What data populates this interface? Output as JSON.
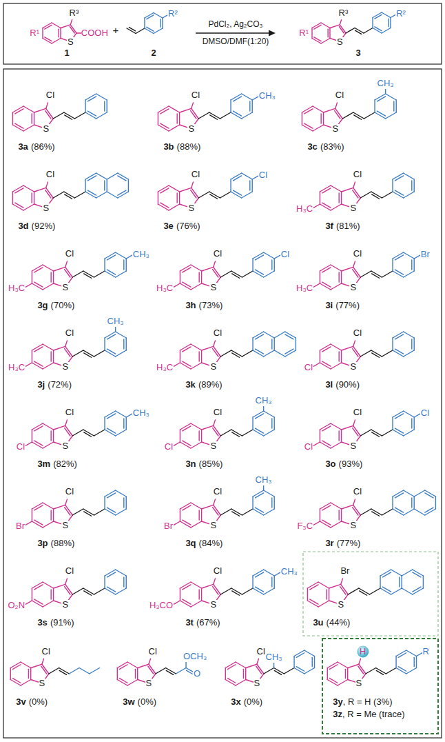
{
  "diagram": {
    "labels": [
      "R³",
      "S",
      "R¹",
      "COOH",
      "1",
      "+",
      "R²",
      "2",
      "PdCl₂, Ag₂CO₃",
      "DMSO/DMF(1:20)",
      "R³",
      "S",
      "R¹",
      "R²",
      "3",
      "Cl",
      "S",
      "3a",
      "(86%)",
      "Cl",
      "S",
      "CH₃",
      "3b",
      "(88%)",
      "Cl",
      "S",
      "CH₃",
      "3c",
      "(83%)",
      "Cl",
      "S",
      "3d",
      "(92%)",
      "Cl",
      "S",
      "Cl",
      "3e",
      "(76%)",
      "Cl",
      "S",
      "H₃C",
      "3f",
      "(81%)",
      "Cl",
      "S",
      "H₃C",
      "CH₃",
      "3g",
      "(70%)",
      "Cl",
      "S",
      "H₃C",
      "Cl",
      "3h",
      "(73%)",
      "Cl",
      "S",
      "H₃C",
      "Br",
      "3i",
      "(77%)",
      "Cl",
      "S",
      "H₃C",
      "CH₃",
      "3j",
      "(72%)",
      "Cl",
      "S",
      "H₃C",
      "3k",
      "(89%)",
      "Cl",
      "S",
      "Cl",
      "3l",
      "(90%)",
      "Cl",
      "S",
      "Cl",
      "CH₃",
      "3m",
      "(82%)",
      "Cl",
      "S",
      "Cl",
      "CH₃",
      "3n",
      "(85%)",
      "Cl",
      "S",
      "Cl",
      "Cl",
      "3o",
      "(93%)",
      "Cl",
      "S",
      "Br",
      "3p",
      "(88%)",
      "Cl",
      "S",
      "Br",
      "CH₃",
      "3q",
      "(84%)",
      "Cl",
      "S",
      "F₃C",
      "3r",
      "(77%)",
      "Cl",
      "S",
      "O₂N",
      "3s",
      "(91%)",
      "Cl",
      "S",
      "H₃CO",
      "CH₃",
      "3t",
      "(67%)",
      "Br",
      "S",
      "3u",
      "(44%)",
      "Cl",
      "S",
      "3v",
      "(0%)",
      "Cl",
      "S",
      "OCH₃",
      "O",
      "3w",
      "(0%)",
      "Cl",
      "S",
      "CH₃",
      "3x",
      "(0%)",
      "H",
      "S",
      "R",
      "3y",
      ", R = H (3%)",
      "3z",
      ", R = Me (trace)"
    ]
  }
}
